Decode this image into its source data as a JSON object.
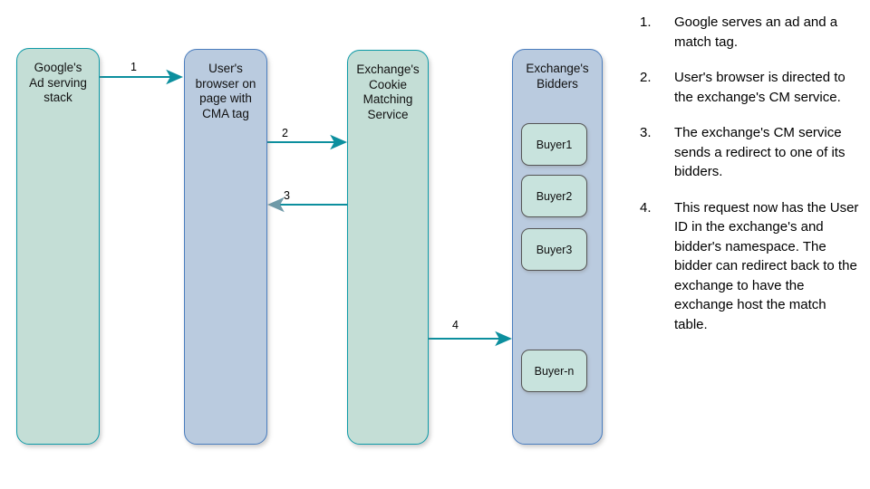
{
  "diagram": {
    "colors": {
      "green_fill": "#c4ded6",
      "green_stroke": "#0e9aa7",
      "blue_fill": "#bacbdf",
      "blue_stroke": "#4a7dbe",
      "arrow": "#0c8f9e",
      "buyer_fill": "#c8e3dd",
      "buyer_stroke": "#555555"
    },
    "lanes": [
      {
        "id": "google",
        "label": "Google's\nAd serving\nstack"
      },
      {
        "id": "browser",
        "label": "User's\nbrowser on\npage with\nCMA tag"
      },
      {
        "id": "cms",
        "label": "Exchange's\nCookie\nMatching\nService"
      },
      {
        "id": "bidders",
        "label": "Exchange's\nBidders"
      }
    ],
    "buyers": [
      {
        "label": "Buyer1"
      },
      {
        "label": "Buyer2"
      },
      {
        "label": "Buyer3"
      },
      {
        "label": "Buyer-n"
      }
    ],
    "arrows": [
      {
        "label": "1",
        "from": "google",
        "to": "browser",
        "direction": "right"
      },
      {
        "label": "2",
        "from": "browser",
        "to": "cms",
        "direction": "right"
      },
      {
        "label": "3",
        "from": "cms",
        "to": "browser",
        "direction": "left"
      },
      {
        "label": "4",
        "from": "cms",
        "to": "bidders",
        "direction": "right"
      }
    ]
  },
  "steps": [
    {
      "num": "1.",
      "text": "Google serves an ad and a match tag."
    },
    {
      "num": "2.",
      "text": "User's browser is directed to the exchange's CM service."
    },
    {
      "num": "3.",
      "text": "The exchange's CM service sends a redirect to one of its bidders."
    },
    {
      "num": "4.",
      "text": "This request now has the User ID in the exchange's and bidder's namespace. The bidder can redirect back to the exchange to have the exchange host the match table."
    }
  ]
}
